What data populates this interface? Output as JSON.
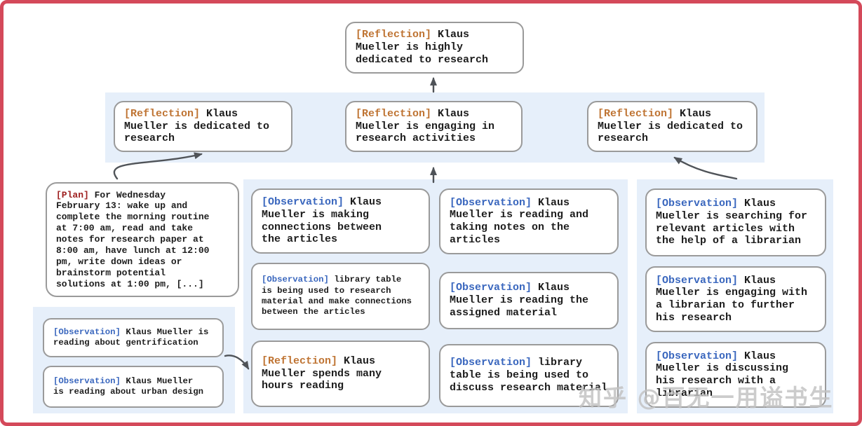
{
  "colors": {
    "frame_border": "#d4495a",
    "panel_bg": "#e6effa",
    "box_border": "#9a9a9a",
    "reflection_label": "#bf7433",
    "observation_label": "#3a67be",
    "plan_label": "#9e2020",
    "arrow": "#4f5358",
    "text": "#1d1d1d"
  },
  "nodes": {
    "root": {
      "tag": "[Reflection]",
      "text": "Klaus\nMueller is highly\ndedicated to research"
    },
    "row2": [
      {
        "tag": "[Reflection]",
        "text": "Klaus\nMueller is dedicated to\nresearch"
      },
      {
        "tag": "[Reflection]",
        "text": "Klaus\nMueller is engaging in\nresearch activities"
      },
      {
        "tag": "[Reflection]",
        "text": "Klaus\nMueller is dedicated to\nresearch"
      }
    ],
    "plan": {
      "tag": "[Plan]",
      "text": "For Wednesday\nFebruary 13: wake up and\ncomplete the morning routine\nat 7:00 am, read and take\nnotes for research paper at\n8:00 am, have lunch at 12:00\npm, write down ideas or\nbrainstorm potential\nsolutions at 1:00 pm, [...]"
    },
    "left_panel": [
      {
        "tag": "[Observation]",
        "text": "Klaus Mueller is\nreading about gentrification"
      },
      {
        "tag": "[Observation]",
        "text": "Klaus Mueller\nis reading about urban design"
      }
    ],
    "middle_col1": [
      {
        "tag": "[Observation]",
        "text": "Klaus\nMueller is making\nconnections between\nthe articles"
      },
      {
        "tag": "[Observation]",
        "text": "library table\nis being used to research\nmaterial and make connections\nbetween the articles"
      },
      {
        "tag": "[Reflection]",
        "text": "Klaus\nMueller spends many\nhours reading"
      }
    ],
    "middle_col2": [
      {
        "tag": "[Observation]",
        "text": "Klaus\nMueller is reading and\ntaking notes on the\narticles"
      },
      {
        "tag": "[Observation]",
        "text": "Klaus\nMueller is reading the\nassigned material"
      },
      {
        "tag": "[Observation]",
        "text": "library\ntable is being used to\ndiscuss research material"
      }
    ],
    "right_panel": [
      {
        "tag": "[Observation]",
        "text": "Klaus\nMueller is searching for\nrelevant articles with\nthe help of a librarian"
      },
      {
        "tag": "[Observation]",
        "text": "Klaus\nMueller is engaging with\na librarian to further\nhis research"
      },
      {
        "tag": "[Observation]",
        "text": "Klaus\nMueller is discussing\nhis research with a\nlibrarian"
      }
    ]
  },
  "watermark": {
    "text": "知乎 @百无一用谥书生"
  }
}
